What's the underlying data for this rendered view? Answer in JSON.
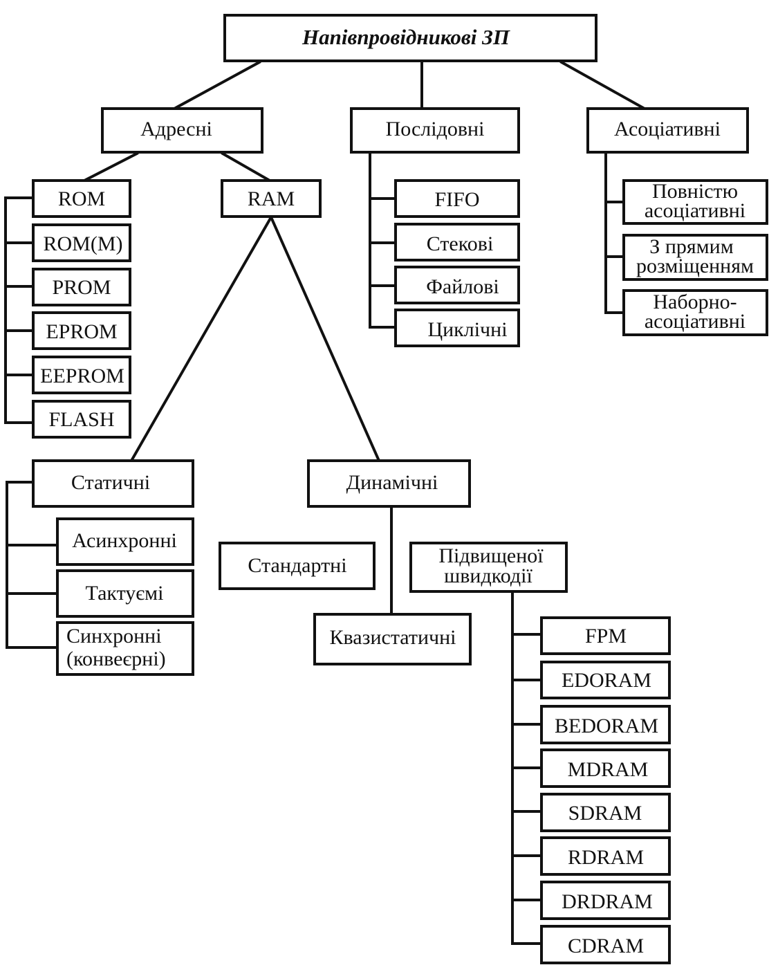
{
  "nodes": {
    "root": "Напівпровідникові ЗП",
    "addressed": "Адресні",
    "sequential": "Послідовні",
    "associative": "Асоціативні",
    "rom": "ROM",
    "rom_m": "ROM(M)",
    "prom": "PROM",
    "eprom": "EPROM",
    "eeprom": "EEPROM",
    "flash": "FLASH",
    "ram": "RAM",
    "fifo": "FIFO",
    "stack": "Стекові",
    "file": "Файлові",
    "cyclic": "Циклічні",
    "fully_assoc": [
      "Повністю",
      "асоціативні"
    ],
    "direct_mapped": [
      "З прямим",
      "розміщенням"
    ],
    "set_assoc": [
      "Наборно-",
      "асоціативні"
    ],
    "static": "Статичні",
    "dynamic": "Динамічні",
    "async": "Асинхронні",
    "clocked": "Тактуємі",
    "sync": [
      "Синхронні",
      "(конвеєрні)"
    ],
    "standard": "Стандартні",
    "high_speed": [
      "Підвищеної",
      "швидкодії"
    ],
    "quasistatic": "Квазистатичні",
    "fpm": "FPM",
    "edoram": "EDORAM",
    "bedoram": "BEDORAM",
    "mdram": "MDRAM",
    "sdram": "SDRAM",
    "rdram": "RDRAM",
    "drdram": "DRDRAM",
    "cdram": "CDRAM"
  }
}
